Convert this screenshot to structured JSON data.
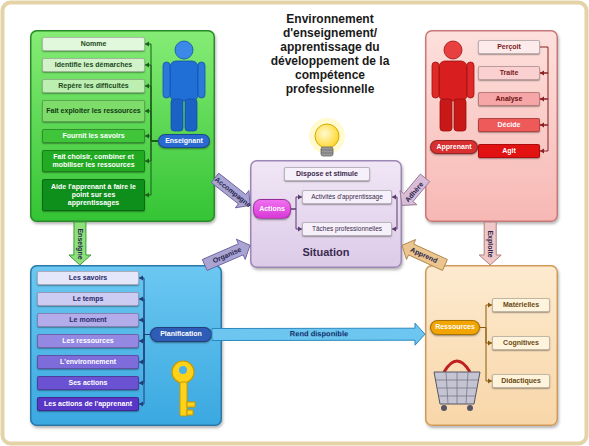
{
  "diagram": {
    "title": "Environnement d'enseignement/ apprentissage du développement de la compétence professionnelle",
    "nodes": [
      {
        "text": []
      },
      {
        "text": [
          "Nomme"
        ],
        "in": 0
      },
      {
        "text": [
          "Identifie les démarches"
        ],
        "in": 0
      },
      {
        "text": [
          "Repère les difficultés"
        ],
        "in": 0
      },
      {
        "text": [
          "Fait exploiter les ressources"
        ],
        "in": 0
      },
      {
        "text": [
          "Fournit les savoirs"
        ],
        "in": 0
      },
      {
        "text": [
          "Fait choisir, combiner et mobiliser les ressources"
        ],
        "in": 0
      },
      {
        "text": [
          "Aide l'apprenant à faire le point sur ses apprentissages"
        ],
        "in": 0
      },
      {
        "text": [
          "Enseignant"
        ],
        "in": 0
      },
      {
        "text": []
      },
      {
        "text": [
          "Apprenant"
        ],
        "in": 9
      },
      {
        "text": [
          "Perçoit"
        ],
        "in": 9
      },
      {
        "text": [
          "Traite"
        ],
        "in": 9
      },
      {
        "text": [
          "Analyse"
        ],
        "in": 9
      },
      {
        "text": [
          "Décide"
        ],
        "in": 9
      },
      {
        "text": [
          "Agit"
        ],
        "in": 9
      },
      {
        "text": [
          "Situation"
        ]
      },
      {
        "text": [
          "Dispose et stimule"
        ],
        "in": 16
      },
      {
        "text": [
          "Actions"
        ],
        "in": 16
      },
      {
        "text": [
          "Activités d'apprentissage"
        ],
        "in": 16
      },
      {
        "text": [
          "Tâches professionnelles"
        ],
        "in": 16
      },
      {
        "text": []
      },
      {
        "text": [
          "Les savoirs"
        ],
        "in": 21
      },
      {
        "text": [
          "Le temps"
        ],
        "in": 21
      },
      {
        "text": [
          "Le moment"
        ],
        "in": 21
      },
      {
        "text": [
          "Les ressources"
        ],
        "in": 21
      },
      {
        "text": [
          "L'environnement"
        ],
        "in": 21
      },
      {
        "text": [
          "Ses actions"
        ],
        "in": 21
      },
      {
        "text": [
          "Les actions de l'apprenant"
        ],
        "in": 21
      },
      {
        "text": [
          "Planification"
        ],
        "in": 21
      },
      {
        "text": []
      },
      {
        "text": [
          "Ressources"
        ],
        "in": 30
      },
      {
        "text": [
          "Matérielles"
        ],
        "in": 30
      },
      {
        "text": [
          "Cognitives"
        ],
        "in": 30
      },
      {
        "text": [
          "Didactiques"
        ],
        "in": 30
      }
    ],
    "edges": [
      {
        "from": 0,
        "to": 16,
        "label": "Accompagne",
        "arrow": "to"
      },
      {
        "from": 9,
        "to": 16,
        "label": "Adhère",
        "arrow": "to"
      },
      {
        "from": 0,
        "to": 21,
        "label": "Enseigne",
        "arrow": "to"
      },
      {
        "from": 9,
        "to": 30,
        "label": "Exploite",
        "arrow": "to"
      },
      {
        "from": 21,
        "to": 16,
        "label": "Organise",
        "arrow": "to"
      },
      {
        "from": 30,
        "to": 16,
        "label": "Apprend",
        "arrow": "to"
      },
      {
        "from": 29,
        "to": 30,
        "label": "Rend disponible",
        "arrow": "to"
      },
      {
        "from": 8,
        "to": 1,
        "arrow": "to"
      },
      {
        "from": 8,
        "to": 2,
        "arrow": "to"
      },
      {
        "from": 8,
        "to": 3,
        "arrow": "to"
      },
      {
        "from": 8,
        "to": 4,
        "arrow": "to"
      },
      {
        "from": 8,
        "to": 5,
        "arrow": "to"
      },
      {
        "from": 8,
        "to": 6,
        "arrow": "to"
      },
      {
        "from": 8,
        "to": 7,
        "arrow": "to"
      },
      {
        "from": 11,
        "to": 12,
        "arrow": "to"
      },
      {
        "from": 12,
        "to": 13,
        "arrow": "to"
      },
      {
        "from": 13,
        "to": 14,
        "arrow": "to"
      },
      {
        "from": 14,
        "to": 15,
        "arrow": "to"
      },
      {
        "from": 18,
        "to": 19,
        "arrow": "to"
      },
      {
        "from": 18,
        "to": 20,
        "arrow": "to"
      },
      {
        "from": 19,
        "to": 20,
        "arrow": "both"
      },
      {
        "from": 29,
        "to": 22,
        "arrow": "to"
      },
      {
        "from": 29,
        "to": 23,
        "arrow": "to"
      },
      {
        "from": 29,
        "to": 24,
        "arrow": "to"
      },
      {
        "from": 29,
        "to": 25,
        "arrow": "to"
      },
      {
        "from": 29,
        "to": 26,
        "arrow": "to"
      },
      {
        "from": 29,
        "to": 27,
        "arrow": "to"
      },
      {
        "from": 29,
        "to": 28,
        "arrow": "to"
      },
      {
        "from": 31,
        "to": 32,
        "arrow": "to"
      },
      {
        "from": 31,
        "to": 33,
        "arrow": "to"
      },
      {
        "from": 31,
        "to": 34,
        "arrow": "to"
      }
    ]
  }
}
